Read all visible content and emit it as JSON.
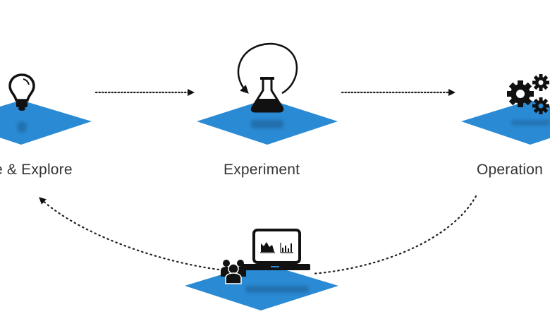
{
  "diagram": {
    "type": "workflow-cycle",
    "accent_color": "#2a8ad4",
    "icon_color": "#111111",
    "arrow_color": "#222222",
    "stages": [
      {
        "id": "explore",
        "label": "Ideate & Explore",
        "visible_label": "e & Explore",
        "icon": "lightbulb-icon"
      },
      {
        "id": "experiment",
        "label": "Experiment",
        "visible_label": "Experiment",
        "icon": "flask-icon"
      },
      {
        "id": "operationalize",
        "label": "Operationalize",
        "visible_label": "Operation",
        "icon": "gears-icon"
      },
      {
        "id": "monitor",
        "label": "",
        "visible_label": "",
        "icon": "laptop-dashboard-with-team-icon"
      }
    ],
    "arrows": [
      {
        "from": "explore",
        "to": "experiment",
        "style": "dotted"
      },
      {
        "from": "experiment",
        "to": "experiment",
        "style": "solid-loop"
      },
      {
        "from": "experiment",
        "to": "operationalize",
        "style": "dotted"
      },
      {
        "from": "operationalize",
        "to": "monitor",
        "style": "dotted-curve"
      },
      {
        "from": "monitor",
        "to": "explore",
        "style": "dotted-curve"
      }
    ]
  }
}
